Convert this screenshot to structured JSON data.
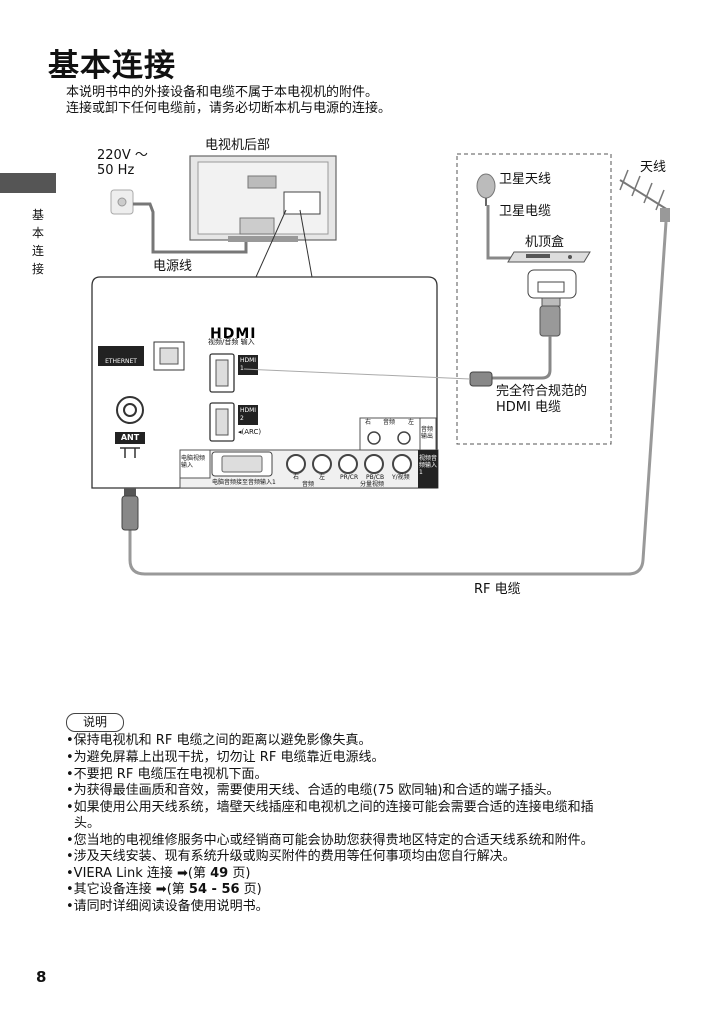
{
  "title": "基本连接",
  "intro": [
    "本说明书中的外接设备和电缆不属于本电视机的附件。",
    "连接或卸下任何电缆前，请务必切断本机与电源的连接。"
  ],
  "side_label": "基本连接",
  "diagram": {
    "power": "220V ～",
    "power_freq": "50 Hz",
    "tv_rear": "电视机后部",
    "power_cord": "电源线",
    "satellite_antenna": "卫星天线",
    "satellite_cable": "卫星电缆",
    "set_top_box": "机顶盒",
    "antenna": "天线",
    "hdmi_cable_line1": "完全符合规范的",
    "hdmi_cable_line2": "HDMI 电缆",
    "rf_cable": "RF 电缆",
    "hdmi_logo": "HDMI",
    "hdmi_input_label": "视频/音频 输入",
    "ethernet": "ETHERNET",
    "hdmi1": "HDMI",
    "hdmi1_num": "1",
    "hdmi2": "HDMI",
    "hdmi2_num": "2",
    "arc": "◂(ARC)",
    "ant": "ANT",
    "audio_out_r": "右",
    "audio_out_mid": "音频",
    "audio_out_l": "左",
    "audio_out": "音频输出",
    "pc_video_in": "电脑视频输入",
    "pc_audio_note": "电脑音频接至音频输入1",
    "audio_r": "右",
    "audio_l": "左",
    "audio_label": "音频",
    "pr": "PR/CR",
    "pb": "PB/CB",
    "y_video": "Y/视频",
    "component": "分量视频",
    "av_in1": "视频音频输入1"
  },
  "notes_heading": "说明",
  "notes": [
    "保持电视机和 RF 电缆之间的距离以避免影像失真。",
    "为避免屏幕上出现干扰，切勿让 RF 电缆靠近电源线。",
    "不要把 RF 电缆压在电视机下面。",
    "为获得最佳画质和音效，需要使用天线、合适的电缆(75 欧同轴)和合适的端子插头。",
    "如果使用公用天线系统，墙壁天线插座和电视机之间的连接可能会需要合适的连接电缆和插",
    "头。",
    "您当地的电视维修服务中心或经销商可能会协助您获得贵地区特定的合适天线系统和附件。",
    "涉及天线安装、现有系统升级或购买附件的费用等任何事项均由您自行解决。"
  ],
  "ref1_pre": "VIERA Link 连接 ➡(第 ",
  "ref1_page": "49",
  "ref1_post": " 页)",
  "ref2_pre": "其它设备连接 ➡(第 ",
  "ref2_page": "54 - 56",
  "ref2_post": " 页)",
  "last_note": "请同时详细阅读设备使用说明书。",
  "page_number": "8",
  "colors": {
    "side_tab": "#555555",
    "cable": "#888888",
    "panel_border": "#333333"
  }
}
